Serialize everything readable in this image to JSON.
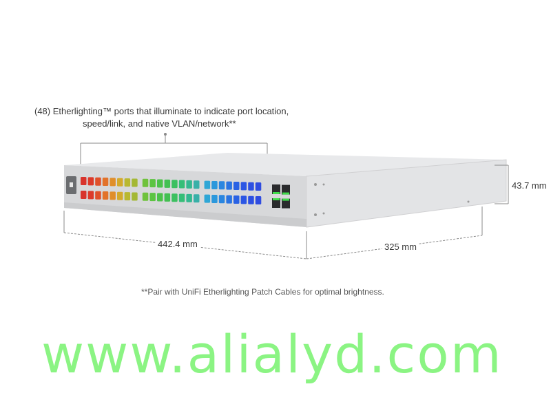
{
  "callout": {
    "line1": "(48) Etherlighting™ ports that illuminate to indicate port location,",
    "line2": "speed/link, and native VLAN/network**"
  },
  "dimensions": {
    "width": "442.4 mm",
    "depth": "325 mm",
    "height": "43.7 mm"
  },
  "footnote": "**Pair with UniFi Etherlighting Patch Cables for optimal brightness.",
  "watermark": "www.alialyd.com",
  "ports": {
    "count": 48,
    "sfp_count": 4,
    "column_colors": [
      "#d8332c",
      "#dc3a2a",
      "#e0502a",
      "#e2722a",
      "#e08e2a",
      "#d3aa2c",
      "#b9b830",
      "#a4b834",
      "#6fc23c",
      "#5cc442",
      "#4cc24a",
      "#43c052",
      "#3cc060",
      "#36be78",
      "#34b890",
      "#38b0a8",
      "#2ea6d6",
      "#2c98dc",
      "#2a86e0",
      "#2a74e2",
      "#2a62e4",
      "#2b56e4",
      "#2d50e2",
      "#2f4ce0"
    ],
    "sfp_led_color": "#3fdc4a"
  },
  "colors": {
    "chassis": "#dcdddf",
    "line": "#8a8a8a",
    "watermark": "#64f05a"
  }
}
